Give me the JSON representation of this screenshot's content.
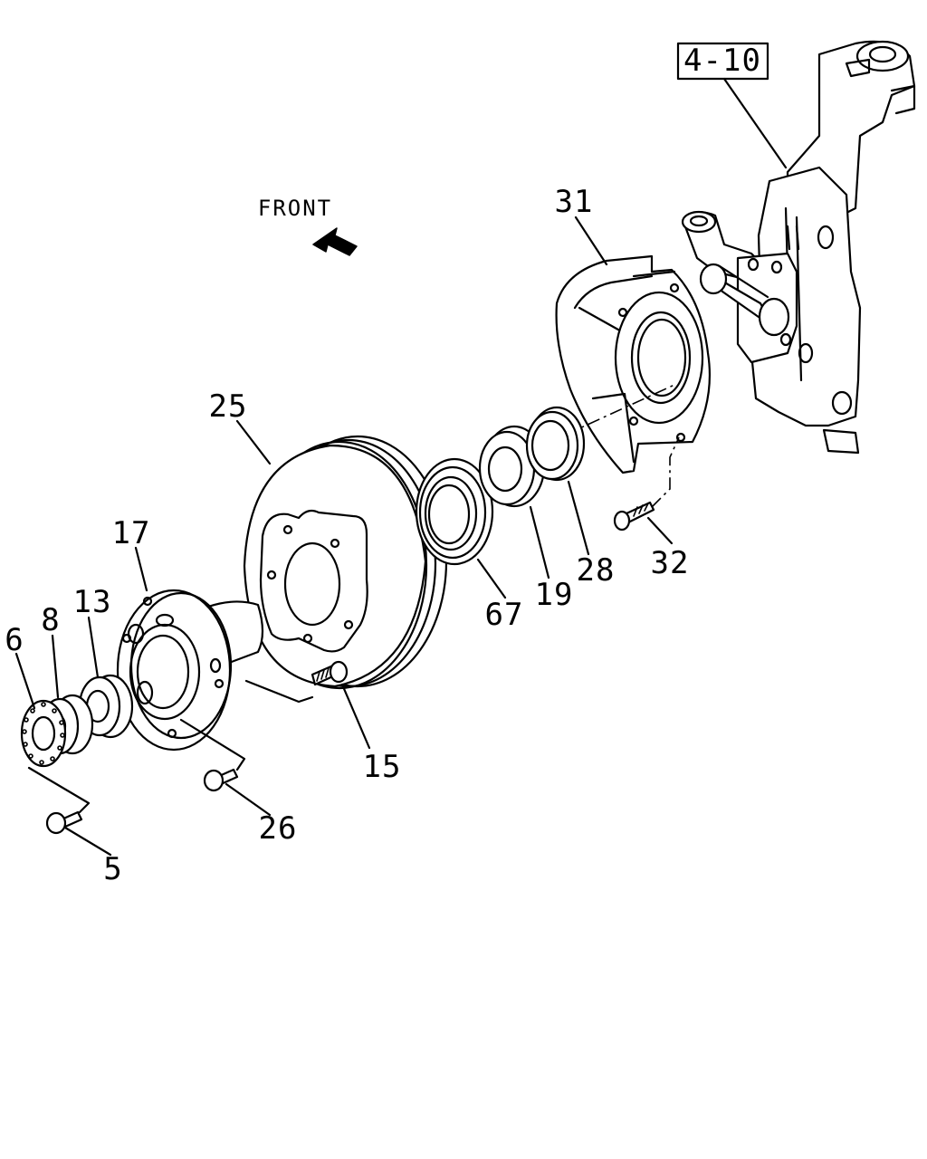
{
  "ref_box": "4-10",
  "front_label": "FRONT",
  "parts": {
    "p31": "31",
    "p25": "25",
    "p17": "17",
    "p13": "13",
    "p8": "8",
    "p6": "6",
    "p67": "67",
    "p19": "19",
    "p28": "28",
    "p32": "32",
    "p15": "15",
    "p26": "26",
    "p5": "5"
  },
  "icons": {
    "front_arrow": "front-arrow-icon"
  },
  "colors": {
    "line": "#000000",
    "background": "#ffffff"
  }
}
